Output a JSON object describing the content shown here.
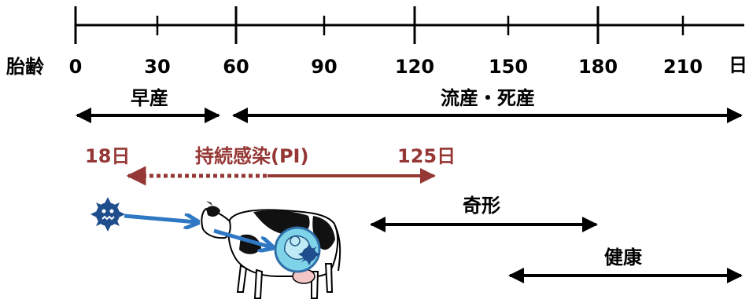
{
  "axis": {
    "prefix": "胎齢",
    "ticks": [
      "0",
      "30",
      "60",
      "90",
      "120",
      "150",
      "180",
      "210"
    ],
    "unit": "日"
  },
  "ranges": {
    "premature": "早産",
    "abortion": "流産・死産",
    "malformation": "奇形",
    "healthy": "健康"
  },
  "persistent_infection": {
    "label": "持続感染(PI)",
    "start": "18日",
    "end": "125日"
  },
  "icons": {
    "virus": "virus-icon",
    "cow": "pregnant-cow-icon",
    "fetus": "fetus-icon"
  },
  "colors": {
    "black": "#000000",
    "pi": "#953735",
    "blue_arrow": "#2f78c4",
    "virus": "#1f4e8c"
  }
}
